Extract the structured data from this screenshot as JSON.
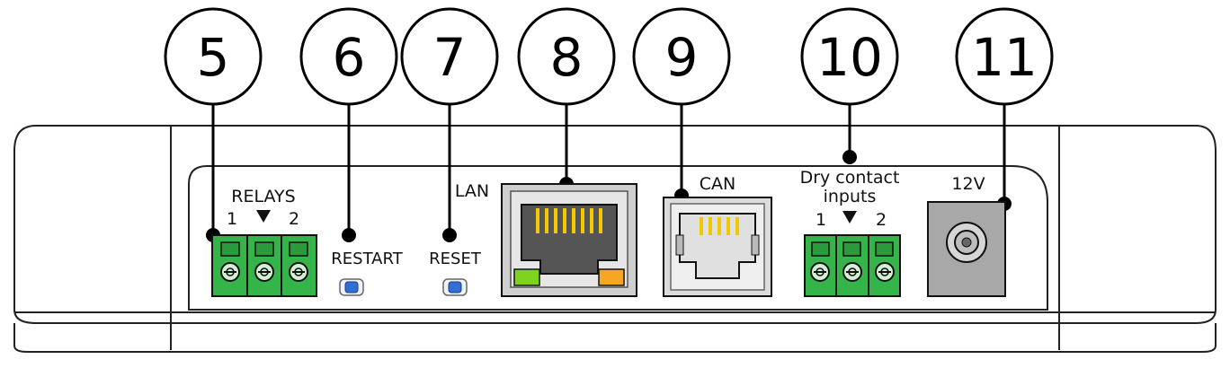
{
  "callouts": [
    {
      "number": "5",
      "target": "relays-terminal"
    },
    {
      "number": "6",
      "target": "restart-button"
    },
    {
      "number": "7",
      "target": "reset-button"
    },
    {
      "number": "8",
      "target": "lan-port"
    },
    {
      "number": "9",
      "target": "can-port"
    },
    {
      "number": "10",
      "target": "dry-contact-terminal"
    },
    {
      "number": "11",
      "target": "power-jack"
    }
  ],
  "labels": {
    "relays": "RELAYS",
    "relay_1": "1",
    "relay_2": "2",
    "restart": "RESTART",
    "reset": "RESET",
    "lan": "LAN",
    "can": "CAN",
    "dry_contact_line1": "Dry contact",
    "dry_contact_line2": "inputs",
    "dry_1": "1",
    "dry_2": "2",
    "power": "12V"
  },
  "colors": {
    "terminal_green": "#35b44a",
    "button_blue": "#2f6fd6",
    "led_green": "#7ed321",
    "led_amber": "#f5a623",
    "outline": "#111111",
    "port_gray": "#d9d9d9",
    "jack_gray": "#a8a8a8"
  }
}
